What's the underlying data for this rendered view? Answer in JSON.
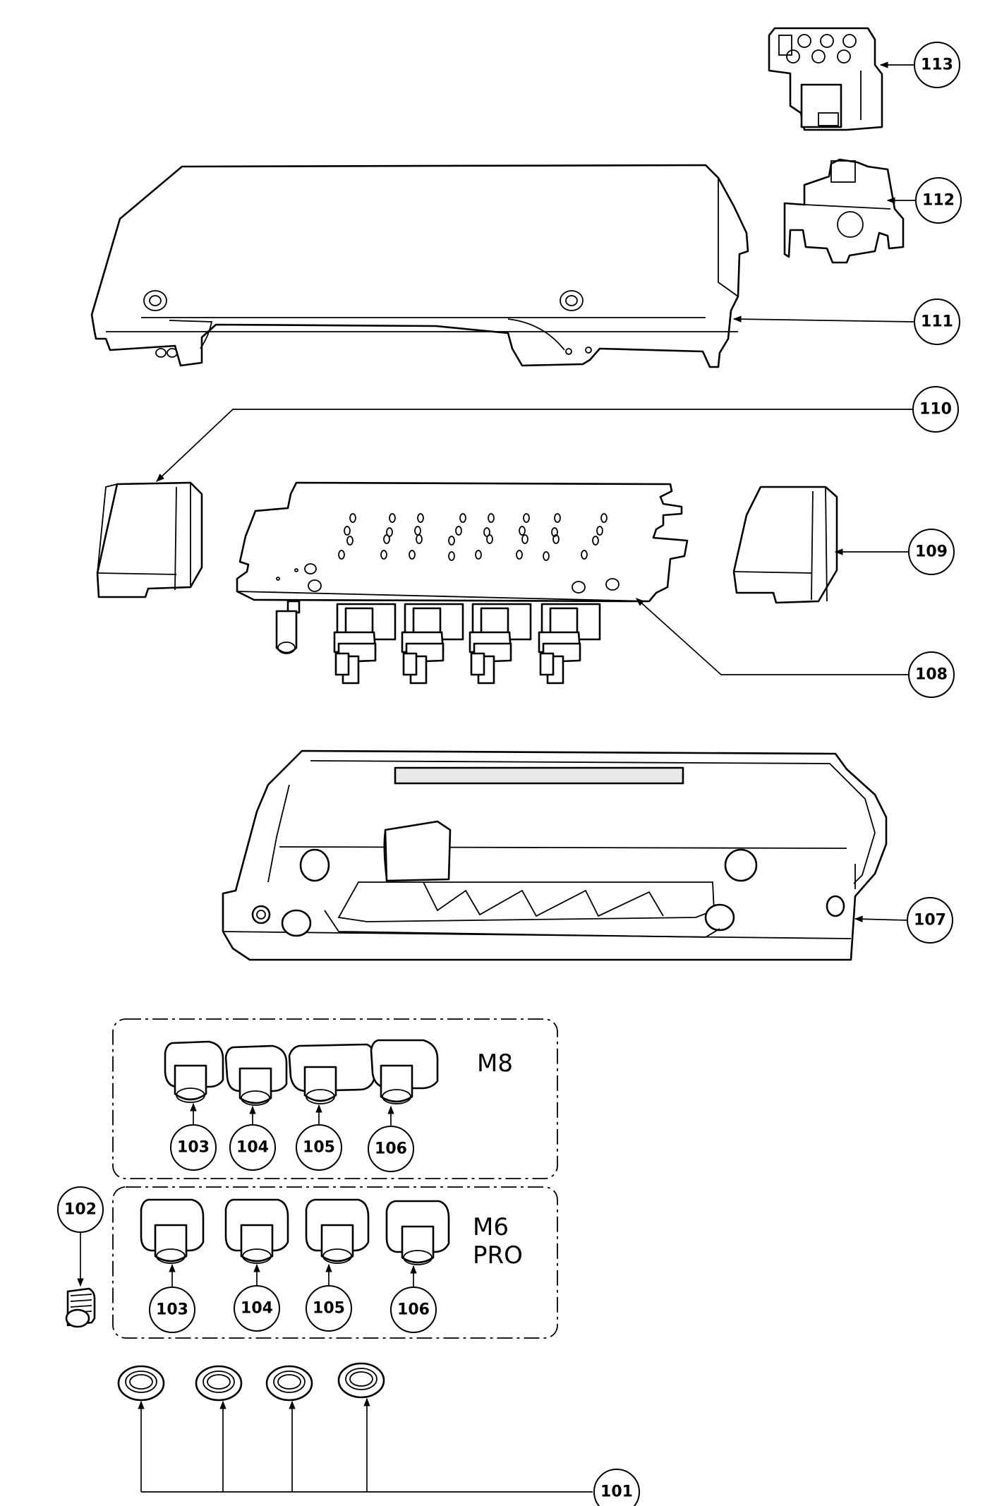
{
  "callouts": {
    "c113": "113",
    "c112": "112",
    "c111": "111",
    "c110": "110",
    "c109": "109",
    "c108": "108",
    "c107": "107",
    "c102": "102",
    "c101": "101",
    "m8": {
      "k103": "103",
      "k104": "104",
      "k105": "105",
      "k106": "106"
    },
    "m6pro": {
      "k103": "103",
      "k104": "104",
      "k105": "105",
      "k106": "106"
    }
  },
  "variants": {
    "m8_label": "M8",
    "m6pro_label_line1": "M6",
    "m6pro_label_line2": "PRO"
  }
}
